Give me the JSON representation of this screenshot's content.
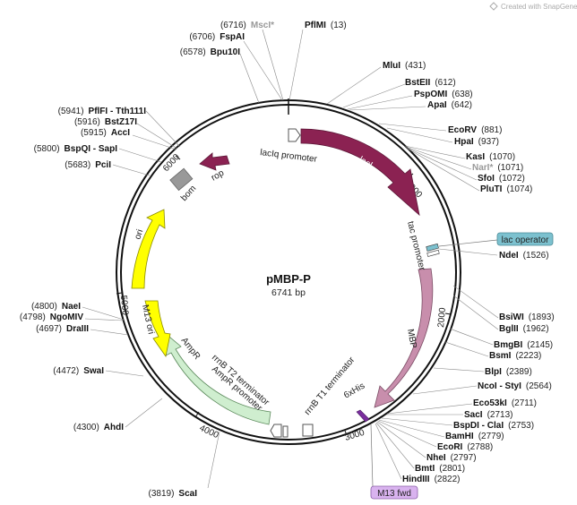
{
  "plasmid": {
    "name": "pMBP-P",
    "length_label": "6741 bp"
  },
  "watermark": "Created with SnapGene®",
  "colors": {
    "lacI": "#8b2252",
    "rop": "#8b2252",
    "mbp": "#c88eac",
    "ori": "#ffff00",
    "m13ori": "#ffff00",
    "ampr": "#cfeecf",
    "bom": "#999999",
    "lac_operator": "#7cc1cf",
    "m13fwd": "#d9b3ef",
    "sixhis": "#7a2e9e"
  },
  "ticks": [
    "1000",
    "2000",
    "3000",
    "4000",
    "5000",
    "6000"
  ],
  "features": {
    "laciq_promoter": "lacIq promoter",
    "laci": "lacI",
    "tac_promoter": "tac promoter",
    "mbp": "MBP",
    "sixhis": "6xHis",
    "rrnb_t1": "rrnB T1 terminator",
    "rrnb_t2": "rrnB T2 terminator",
    "ampr_promoter": "AmpR promoter",
    "ampr": "AmpR",
    "m13_ori": "M13 ori",
    "ori": "ori",
    "bom": "bom",
    "rop": "rop"
  },
  "callouts": {
    "lac_operator": "lac operator",
    "m13_fwd": "M13 fwd"
  },
  "enzymes_right": [
    {
      "name": "PflMI",
      "pos": "(13)"
    },
    {
      "name": "MluI",
      "pos": "(431)"
    },
    {
      "name": "BstEII",
      "pos": "(612)"
    },
    {
      "name": "PspOMI",
      "pos": "(638)"
    },
    {
      "name": "ApaI",
      "pos": "(642)"
    },
    {
      "name": "EcoRV",
      "pos": "(881)"
    },
    {
      "name": "HpaI",
      "pos": "(937)"
    },
    {
      "name": "KasI",
      "pos": "(1070)"
    },
    {
      "name": "NarI*",
      "pos": "(1071)"
    },
    {
      "name": "SfoI",
      "pos": "(1072)"
    },
    {
      "name": "PluTI",
      "pos": "(1074)"
    },
    {
      "name": "NdeI",
      "pos": "(1526)"
    },
    {
      "name": "BsiWI",
      "pos": "(1893)"
    },
    {
      "name": "BglII",
      "pos": "(1962)"
    },
    {
      "name": "BmgBI",
      "pos": "(2145)"
    },
    {
      "name": "BsmI",
      "pos": "(2223)"
    },
    {
      "name": "BlpI",
      "pos": "(2389)"
    },
    {
      "name": "NcoI - StyI",
      "pos": "(2564)"
    },
    {
      "name": "Eco53kI",
      "pos": "(2711)"
    },
    {
      "name": "SacI",
      "pos": "(2713)"
    },
    {
      "name": "BspDI - ClaI",
      "pos": "(2753)"
    },
    {
      "name": "BamHI",
      "pos": "(2779)"
    },
    {
      "name": "EcoRI",
      "pos": "(2788)"
    },
    {
      "name": "NheI",
      "pos": "(2797)"
    },
    {
      "name": "BmtI",
      "pos": "(2801)"
    },
    {
      "name": "HindIII",
      "pos": "(2822)"
    }
  ],
  "enzymes_left": [
    {
      "name": "MscI*",
      "pos": "(6716)"
    },
    {
      "name": "FspAI",
      "pos": "(6706)"
    },
    {
      "name": "Bpu10I",
      "pos": "(6578)"
    },
    {
      "name": "PflFI - Tth111I",
      "pos": "(5941)"
    },
    {
      "name": "BstZ17I",
      "pos": "(5916)"
    },
    {
      "name": "AccI",
      "pos": "(5915)"
    },
    {
      "name": "BspQI - SapI",
      "pos": "(5800)"
    },
    {
      "name": "PciI",
      "pos": "(5683)"
    },
    {
      "name": "NaeI",
      "pos": "(4800)"
    },
    {
      "name": "NgoMIV",
      "pos": "(4798)"
    },
    {
      "name": "DraIII",
      "pos": "(4697)"
    },
    {
      "name": "SwaI",
      "pos": "(4472)"
    },
    {
      "name": "AhdI",
      "pos": "(4300)"
    },
    {
      "name": "ScaI",
      "pos": "(3819)"
    }
  ]
}
